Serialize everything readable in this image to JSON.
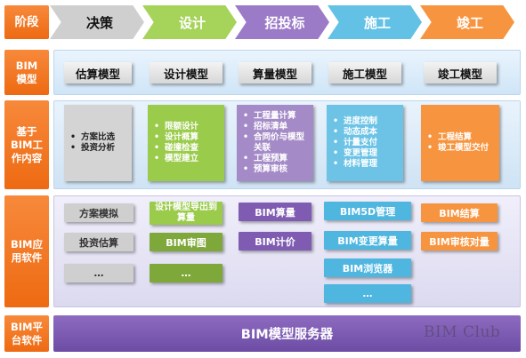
{
  "labels": {
    "stage": "阶段",
    "model": "BIM\n模型",
    "content": "基于\nBIM工\n作内容",
    "software": "BIM应\n用软件",
    "platform": "BIM平\n台软件"
  },
  "stages": [
    {
      "label": "决策",
      "color": "#cfcfcf",
      "text_color": "#111111"
    },
    {
      "label": "设计",
      "color": "#a6d35a",
      "text_color": "#ffffff"
    },
    {
      "label": "招投标",
      "color": "#9b7ac7",
      "text_color": "#ffffff"
    },
    {
      "label": "施工",
      "color": "#63c1e6",
      "text_color": "#ffffff"
    },
    {
      "label": "竣工",
      "color": "#f7943f",
      "text_color": "#ffffff"
    }
  ],
  "models": [
    "估算模型",
    "设计模型",
    "算量模型",
    "施工模型",
    "竣工模型"
  ],
  "contents": [
    {
      "items": [
        "方案比选",
        "投资分析"
      ],
      "color": "#d4d4d4",
      "text_color": "#222222"
    },
    {
      "items": [
        "限额设计",
        "设计概算",
        "碰撞检查",
        "模型建立"
      ],
      "color": "#9acb4a",
      "text_color": "#ffffff"
    },
    {
      "items": [
        "工程量计算",
        "招标清单",
        "合同价与模型关联",
        "工程预算",
        "预算审核"
      ],
      "color": "#a48bc7",
      "text_color": "#ffffff"
    },
    {
      "items": [
        "进度控制",
        "动态成本",
        "计量支付",
        "变更管理",
        "材料管理"
      ],
      "color": "#6cc3e6",
      "text_color": "#ffffff"
    },
    {
      "items": [
        "工程结算",
        "竣工模型交付"
      ],
      "color": "#f7943f",
      "text_color": "#ffffff"
    }
  ],
  "software": {
    "col1": [
      "方案模拟",
      "投资估算",
      "…"
    ],
    "col2": [
      "设计模型导出到算量",
      "BIM审图",
      "…"
    ],
    "col3": [
      "BIM算量",
      "BIM计价"
    ],
    "col4": [
      "BIM5D管理",
      "BIM变更算量",
      "BIM浏览器",
      "…"
    ],
    "col5": [
      "BIM结算",
      "BIM审核对量"
    ]
  },
  "platform": "BIM模型服务器",
  "watermark": "BIM Club"
}
